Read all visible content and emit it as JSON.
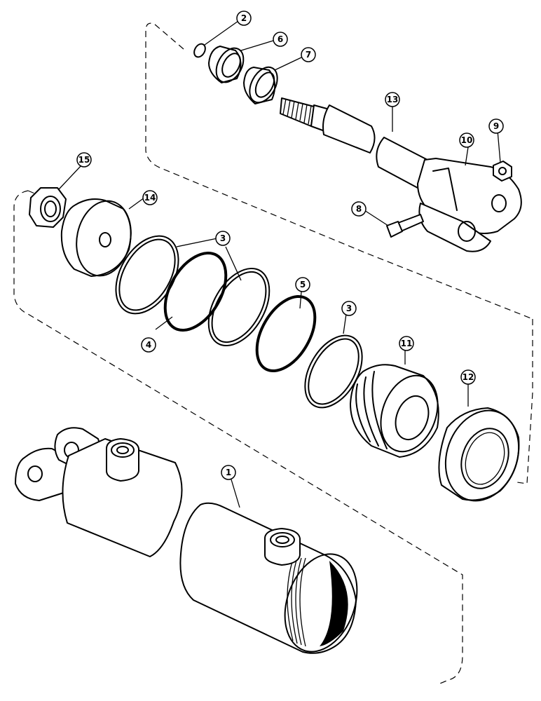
{
  "diagram": {
    "type": "exploded-parts-view",
    "callouts": [
      {
        "id": "c2",
        "label": "2"
      },
      {
        "id": "c6",
        "label": "6"
      },
      {
        "id": "c7",
        "label": "7"
      },
      {
        "id": "c13",
        "label": "13"
      },
      {
        "id": "c10",
        "label": "10"
      },
      {
        "id": "c9",
        "label": "9"
      },
      {
        "id": "c8",
        "label": "8"
      },
      {
        "id": "c15",
        "label": "15"
      },
      {
        "id": "c14",
        "label": "14"
      },
      {
        "id": "c3a",
        "label": "3"
      },
      {
        "id": "c4",
        "label": "4"
      },
      {
        "id": "c5",
        "label": "5"
      },
      {
        "id": "c3b",
        "label": "3"
      },
      {
        "id": "c11",
        "label": "11"
      },
      {
        "id": "c12",
        "label": "12"
      },
      {
        "id": "c1",
        "label": "1"
      }
    ]
  }
}
